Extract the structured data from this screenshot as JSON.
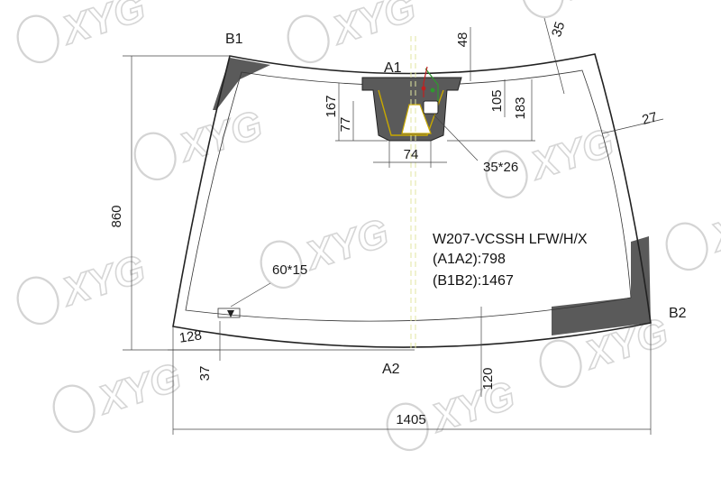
{
  "watermark": {
    "brand": "XYG"
  },
  "part": {
    "code": "W207-VCSSH LFW/H/X",
    "a1a2": "(A1A2):798",
    "b1b2": "(B1B2):1467"
  },
  "points": {
    "a1": "A1",
    "a2": "A2",
    "b1": "B1",
    "b2": "B2"
  },
  "dimensions": {
    "overall_width": "1405",
    "overall_height": "860",
    "top_offset": "48",
    "corner_35": "35",
    "side_27": "27",
    "bracket_167": "167",
    "bracket_77": "77",
    "bracket_74": "74",
    "bracket_105": "105",
    "bracket_183": "183",
    "window_35x26": "35*26",
    "marker_60x15": "60*15",
    "edge_128": "128",
    "edge_37": "37",
    "bottom_120": "120"
  },
  "colors": {
    "shade": "#5a5a5a",
    "bracket_outline": "#c8a800",
    "sensor_green": "#2e9a2e",
    "sensor_red": "#c02020",
    "watermark": "#d4d4d4"
  }
}
